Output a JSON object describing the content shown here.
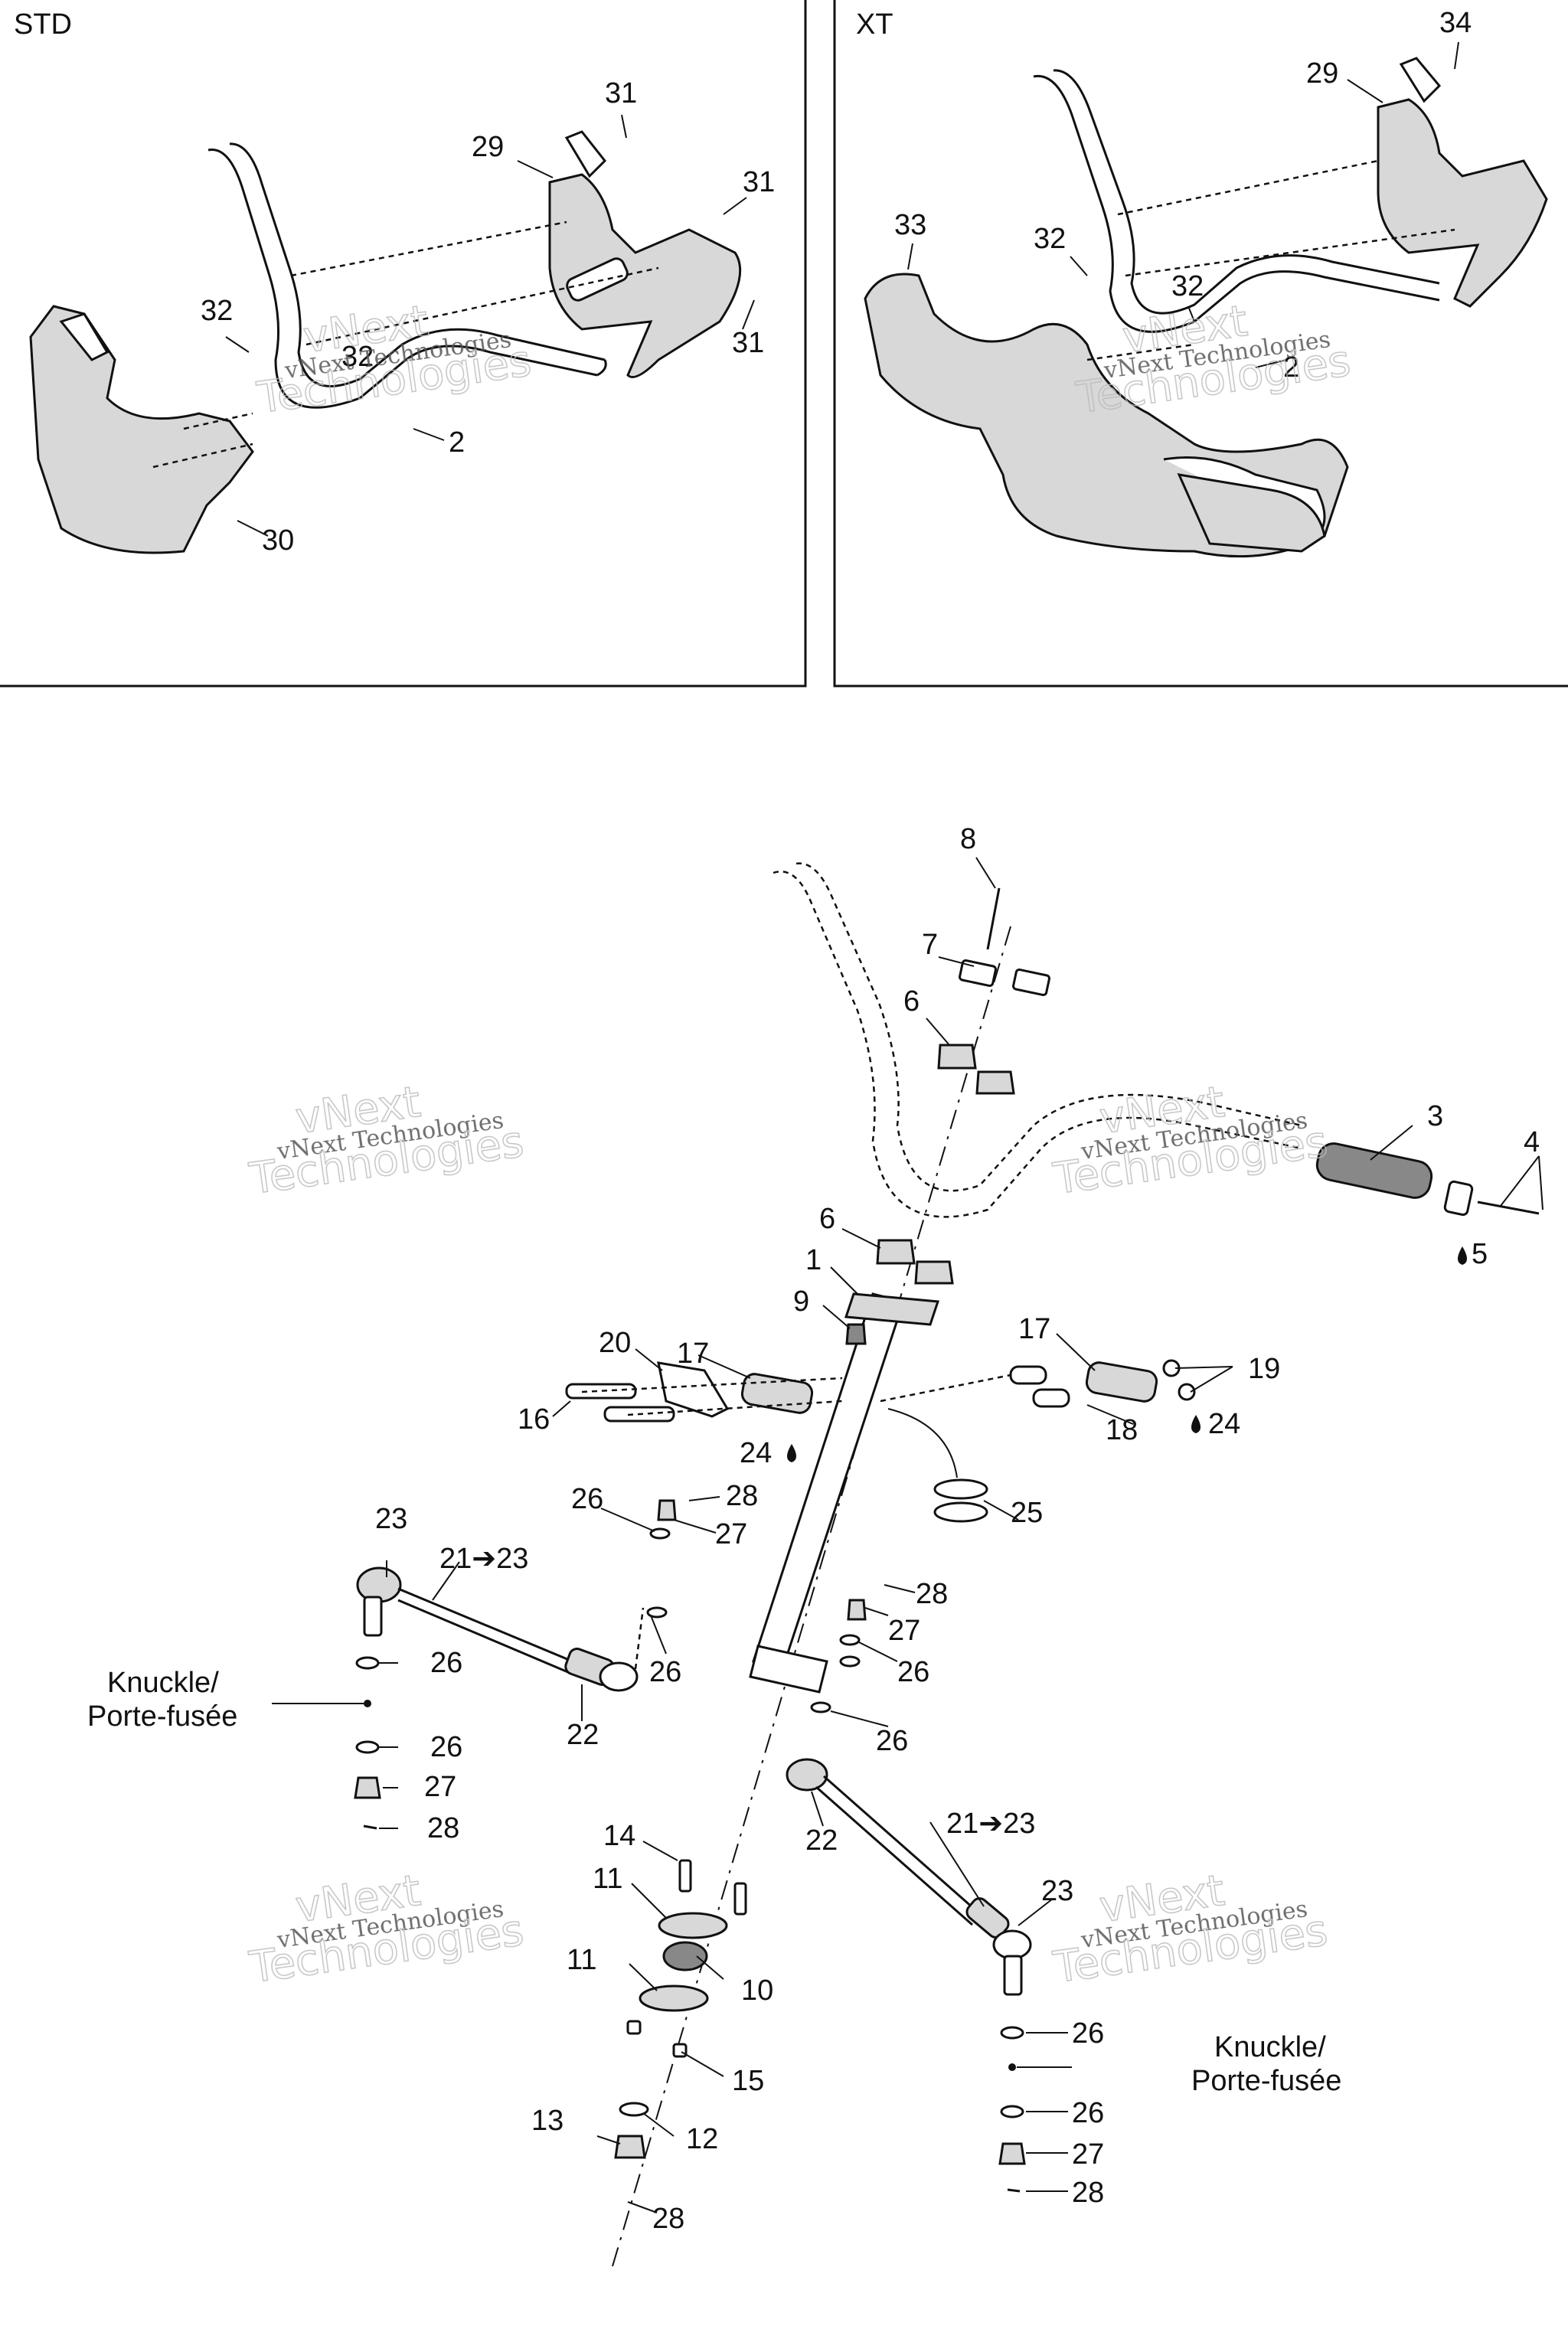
{
  "panels": {
    "std": {
      "title": "STD"
    },
    "xt": {
      "title": "XT"
    }
  },
  "labels": {
    "std_31a": "31",
    "std_29": "29",
    "std_31b": "31",
    "std_31c": "31",
    "std_32a": "32",
    "std_32b": "32",
    "std_2": "2",
    "std_30": "30",
    "xt_34": "34",
    "xt_29": "29",
    "xt_33": "33",
    "xt_32a": "32",
    "xt_32b": "32",
    "xt_2": "2",
    "p8": "8",
    "p7": "7",
    "p6a": "6",
    "p3": "3",
    "p4": "4",
    "p5": "5",
    "p6b": "6",
    "p1": "1",
    "p9": "9",
    "p20": "20",
    "p17a": "17",
    "p17b": "17",
    "p19": "19",
    "p16": "16",
    "p24a": "24",
    "p18": "18",
    "p24b": "24",
    "p25": "25",
    "p26a": "26",
    "p28a": "28",
    "p27a": "27",
    "p23a": "23",
    "p21a": "21➔23",
    "p26b": "26",
    "p28b": "28",
    "p27b": "27",
    "p26c": "26",
    "p26d": "26",
    "p22a": "22",
    "p26e": "26",
    "p26f": "26",
    "p27c": "27",
    "p28c": "28",
    "p21b": "21➔23",
    "p22b": "22",
    "p14": "14",
    "p11a": "11",
    "p23b": "23",
    "p11b": "11",
    "p10": "10",
    "p15": "15",
    "p13": "13",
    "p12": "12",
    "p28d": "28",
    "p26g": "26",
    "p26h": "26",
    "p27d": "27",
    "p28e": "28"
  },
  "knuckle_left": {
    "line1": "Knuckle/",
    "line2": "Porte-fusée"
  },
  "knuckle_right": {
    "line1": "Knuckle/",
    "line2": "Porte-fusée"
  },
  "watermark": {
    "small": "vNext Technologies",
    "big1": "vNext",
    "big2": "Technologies"
  }
}
